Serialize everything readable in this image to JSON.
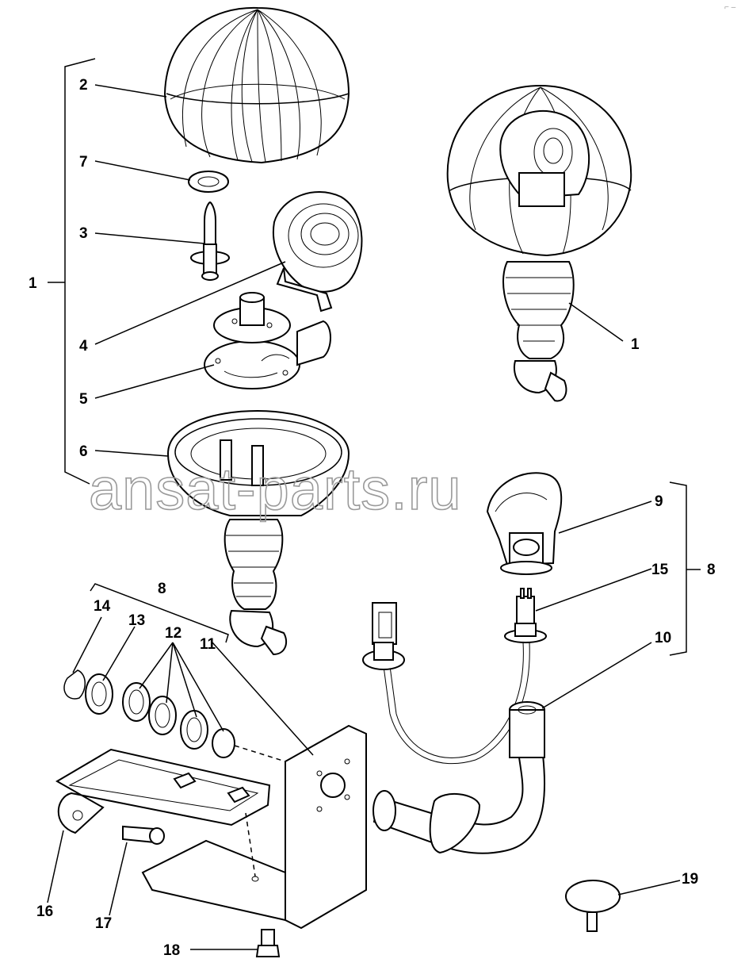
{
  "watermark": "ansat-parts.ru",
  "corner_mark": "⌐ –",
  "callouts": [
    {
      "id": "c1a",
      "text": "1"
    },
    {
      "id": "c1b",
      "text": "1"
    },
    {
      "id": "c2",
      "text": "2"
    },
    {
      "id": "c3",
      "text": "3"
    },
    {
      "id": "c4",
      "text": "4"
    },
    {
      "id": "c5",
      "text": "5"
    },
    {
      "id": "c6",
      "text": "6"
    },
    {
      "id": "c7",
      "text": "7"
    },
    {
      "id": "c8a",
      "text": "8"
    },
    {
      "id": "c8b",
      "text": "8"
    },
    {
      "id": "c9",
      "text": "9"
    },
    {
      "id": "c10",
      "text": "10"
    },
    {
      "id": "c11",
      "text": "11"
    },
    {
      "id": "c12",
      "text": "12"
    },
    {
      "id": "c13",
      "text": "13"
    },
    {
      "id": "c14",
      "text": "14"
    },
    {
      "id": "c15",
      "text": "15"
    },
    {
      "id": "c16",
      "text": "16"
    },
    {
      "id": "c17",
      "text": "17"
    },
    {
      "id": "c18",
      "text": "18"
    },
    {
      "id": "c19",
      "text": "19"
    }
  ]
}
